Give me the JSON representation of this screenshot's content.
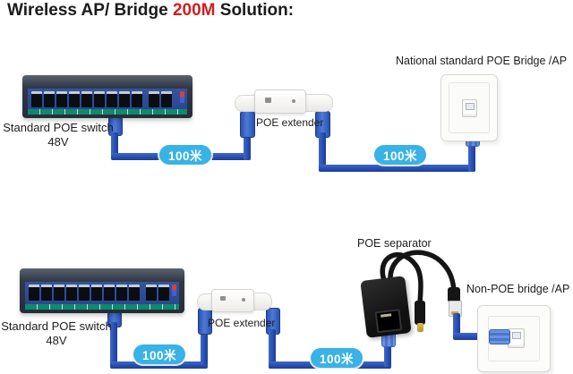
{
  "title": {
    "prefix": "Wireless AP/ Bridge ",
    "highlight": "200M",
    "suffix": " Solution:"
  },
  "top": {
    "switch_label": "Standard POE switch",
    "switch_voltage": "48V",
    "extender_label": "POE extender",
    "bridge_label": "National standard POE Bridge /AP",
    "cable1_length_label": "100米",
    "cable2_length_label": "100米"
  },
  "bottom": {
    "switch_label": "Standard POE switch",
    "switch_voltage": "48V",
    "extender_label": "POE extender",
    "separator_label": "POE separator",
    "bridge_label": "Non-POE bridge /AP",
    "cable1_length_label": "100米",
    "cable2_length_label": "100米"
  },
  "switch": {
    "main_ports": 9,
    "uplink_ports": 2
  },
  "colors": {
    "highlight": "#cf1f1f",
    "cable": "#2750b2",
    "pill": "#39b2e5",
    "switch_panel": "#2e4fa0",
    "switch_strip": "#0e8a6c"
  }
}
